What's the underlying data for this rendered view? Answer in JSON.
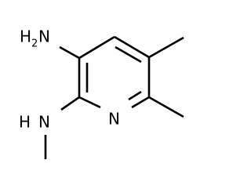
{
  "molecule": {
    "atoms": {
      "amine_left": "H",
      "amine_sub": "2",
      "amine_right": "N",
      "ring_nitrogen": "N",
      "methylamine_h": "H",
      "methylamine_n": "N"
    }
  }
}
